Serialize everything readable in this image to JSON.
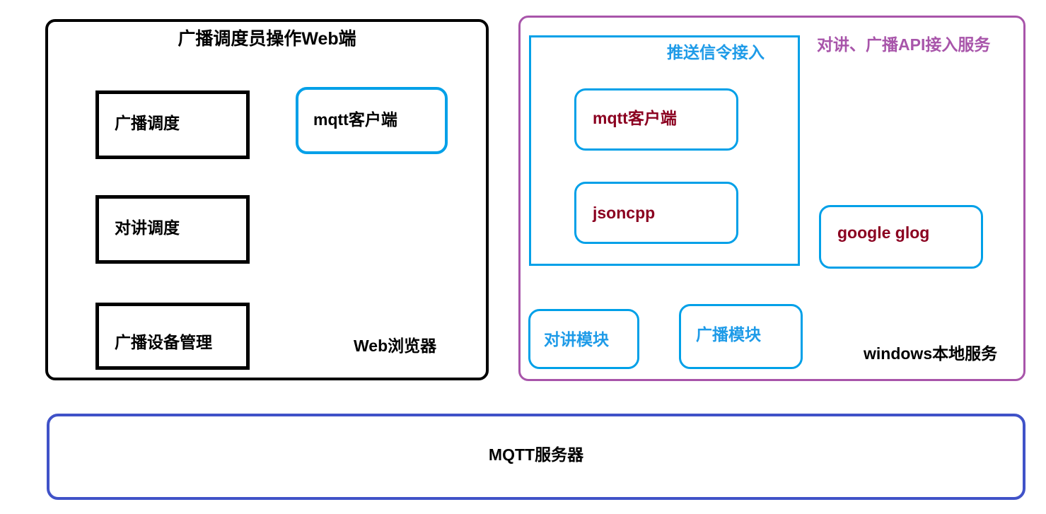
{
  "diagram": {
    "type": "architecture-block-diagram",
    "background": "#ffffff",
    "palette": {
      "black": "#000000",
      "sky_blue": "#00A0E8",
      "text_blue": "#1E9BE8",
      "purple": "#A855AA",
      "dark_red": "#8B0020",
      "indigo": "#4052C8"
    },
    "left_panel": {
      "title": "广播调度员操作Web端",
      "footer_label": "Web浏览器",
      "boxes": [
        {
          "label": "广播调度"
        },
        {
          "label": "对讲调度"
        },
        {
          "label": "广播设备管理"
        }
      ],
      "client_box": {
        "label": "mqtt客户端"
      }
    },
    "right_panel": {
      "title": "对讲、广播API接入服务",
      "footer_label": "windows本地服务",
      "inner_group": {
        "title": "推送信令接入",
        "boxes": [
          {
            "label": "mqtt客户端"
          },
          {
            "label": "jsoncpp"
          }
        ]
      },
      "side_box": {
        "label": "google glog"
      },
      "module_boxes": [
        {
          "label": "对讲模块"
        },
        {
          "label": "广播模块"
        }
      ]
    },
    "bottom_panel": {
      "label": "MQTT服务器"
    }
  }
}
